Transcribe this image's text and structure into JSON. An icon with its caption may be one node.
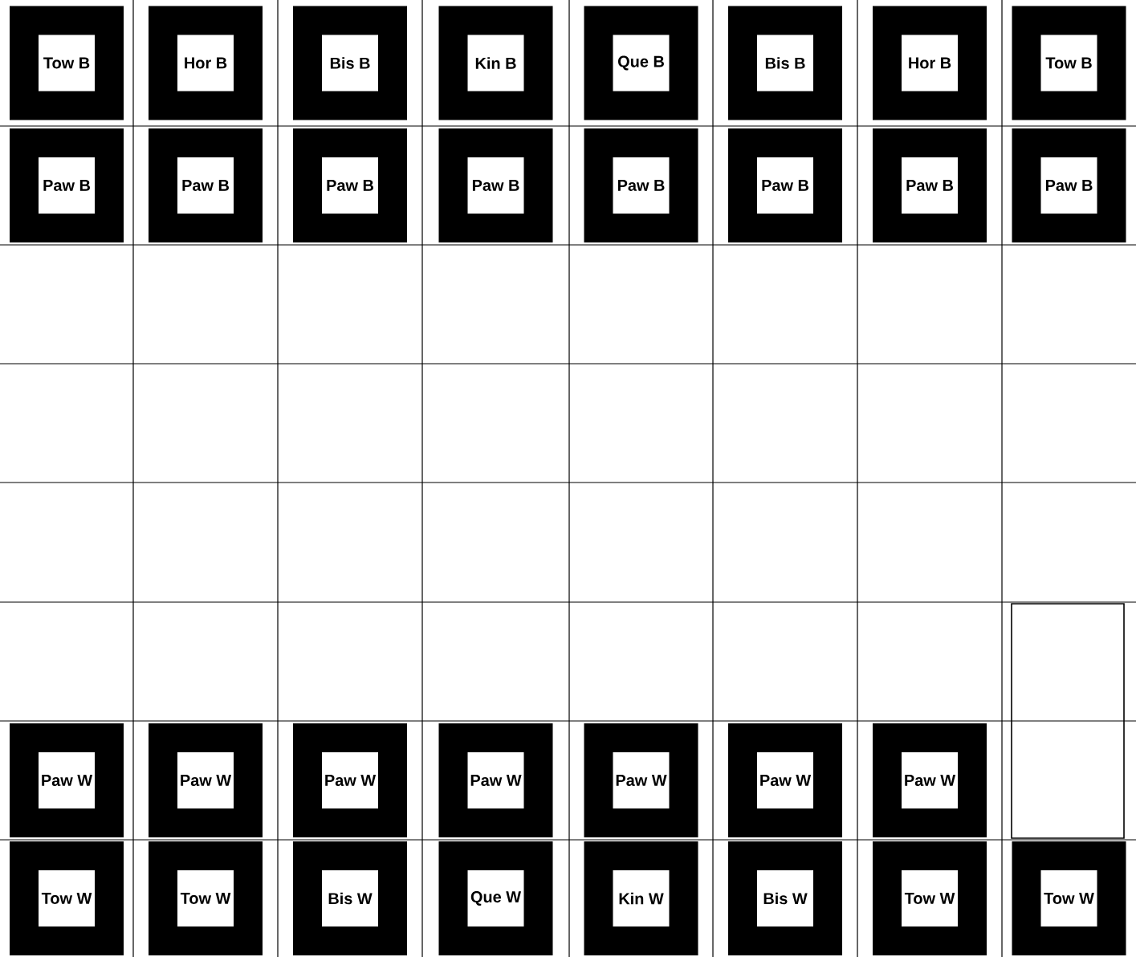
{
  "diagram": {
    "nodes": [
      {
        "text": [
          "Tow B"
        ]
      },
      {
        "text": [
          "Hor B"
        ]
      },
      {
        "text": [
          "Bis B"
        ]
      },
      {
        "text": [
          "Kin B"
        ]
      },
      {
        "text": [
          "Que B"
        ]
      },
      {
        "text": [
          "Bis B"
        ]
      },
      {
        "text": [
          "Hor B"
        ]
      },
      {
        "text": [
          "Tow B"
        ]
      },
      {
        "text": [
          "Paw B"
        ]
      },
      {
        "text": [
          "Paw B"
        ]
      },
      {
        "text": [
          "Paw B"
        ]
      },
      {
        "text": [
          "Paw B"
        ]
      },
      {
        "text": [
          "Paw B"
        ]
      },
      {
        "text": [
          "Paw B"
        ]
      },
      {
        "text": [
          "Paw B"
        ]
      },
      {
        "text": [
          "Paw B"
        ]
      },
      {
        "text": [
          "Paw W"
        ]
      },
      {
        "text": [
          "Paw W"
        ]
      },
      {
        "text": [
          "Paw W"
        ]
      },
      {
        "text": [
          "Paw W"
        ]
      },
      {
        "text": [
          "Paw W"
        ]
      },
      {
        "text": [
          "Paw W"
        ]
      },
      {
        "text": [
          "Paw W"
        ]
      },
      {
        "text": [
          "Tow W"
        ]
      },
      {
        "text": [
          "Tow W"
        ]
      },
      {
        "text": [
          "Bis W"
        ]
      },
      {
        "text": [
          "Que W"
        ]
      },
      {
        "text": [
          "Kin W"
        ]
      },
      {
        "text": [
          "Bis W"
        ]
      },
      {
        "text": [
          "Tow W"
        ]
      },
      {
        "text": [
          "Tow W"
        ]
      }
    ]
  }
}
